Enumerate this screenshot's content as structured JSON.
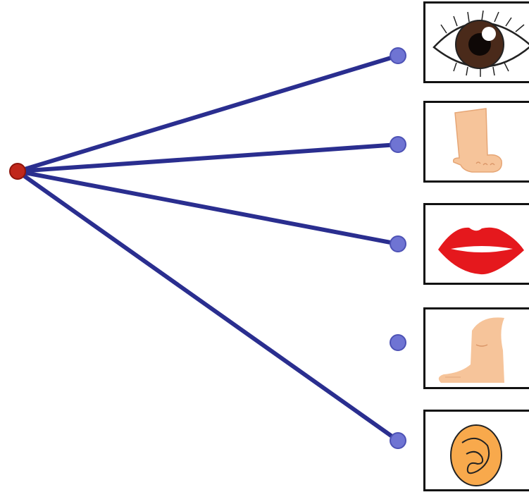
{
  "colors": {
    "line": "#2a2e8f",
    "source_dot": "#c0271b",
    "target_dot": "#6f74d3",
    "card_border": "#111111"
  },
  "source": {
    "name": "source-dot"
  },
  "targets": [
    {
      "name": "eye",
      "icon": "eye-icon",
      "connected": true
    },
    {
      "name": "hand",
      "icon": "hand-icon",
      "connected": true
    },
    {
      "name": "mouth",
      "icon": "lips-icon",
      "connected": true
    },
    {
      "name": "foot",
      "icon": "foot-icon",
      "connected": false
    },
    {
      "name": "ear",
      "icon": "ear-icon",
      "connected": true
    }
  ]
}
